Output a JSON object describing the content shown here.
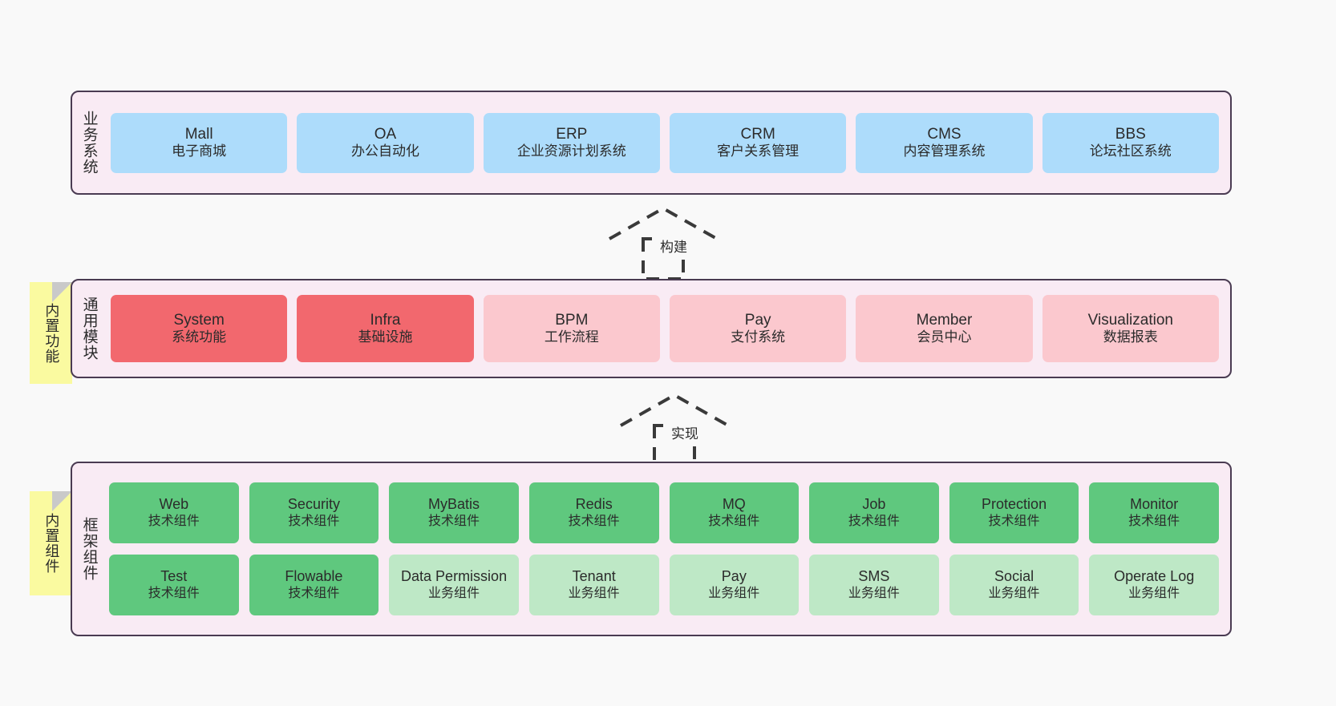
{
  "diagram": {
    "title_visible": false,
    "colors": {
      "band_fill": "#F9EBF4",
      "band_border": "#4A3B52",
      "blue": "#ADDCFB",
      "red": "#F2686E",
      "pink": "#FBC8CE",
      "green": "#5FC87E",
      "light_green": "#BEE8C6",
      "sticky_yellow": "#FAFAA0",
      "background": "#F9F9F9"
    }
  },
  "bands": {
    "systems": {
      "title": "业务系统",
      "items": [
        {
          "name": "Mall",
          "desc": "电子商城"
        },
        {
          "name": "OA",
          "desc": "办公自动化"
        },
        {
          "name": "ERP",
          "desc": "企业资源计划系统"
        },
        {
          "name": "CRM",
          "desc": "客户关系管理"
        },
        {
          "name": "CMS",
          "desc": "内容管理系统"
        },
        {
          "name": "BBS",
          "desc": "论坛社区系统"
        }
      ]
    },
    "modules": {
      "title": "通用模块",
      "items": [
        {
          "name": "System",
          "desc": "系统功能"
        },
        {
          "name": "Infra",
          "desc": "基础设施"
        },
        {
          "name": "BPM",
          "desc": "工作流程"
        },
        {
          "name": "Pay",
          "desc": "支付系统"
        },
        {
          "name": "Member",
          "desc": "会员中心"
        },
        {
          "name": "Visualization",
          "desc": "数据报表"
        }
      ]
    },
    "framework": {
      "title": "框架组件",
      "row1": [
        {
          "name": "Web",
          "desc": "技术组件"
        },
        {
          "name": "Security",
          "desc": "技术组件"
        },
        {
          "name": "MyBatis",
          "desc": "技术组件"
        },
        {
          "name": "Redis",
          "desc": "技术组件"
        },
        {
          "name": "MQ",
          "desc": "技术组件"
        },
        {
          "name": "Job",
          "desc": "技术组件"
        },
        {
          "name": "Protection",
          "desc": "技术组件"
        },
        {
          "name": "Monitor",
          "desc": "技术组件"
        }
      ],
      "row2": [
        {
          "name": "Test",
          "desc": "技术组件"
        },
        {
          "name": "Flowable",
          "desc": "技术组件"
        },
        {
          "name": "Data Permission",
          "desc": "业务组件"
        },
        {
          "name": "Tenant",
          "desc": "业务组件"
        },
        {
          "name": "Pay",
          "desc": "业务组件"
        },
        {
          "name": "SMS",
          "desc": "业务组件"
        },
        {
          "name": "Social",
          "desc": "业务组件"
        },
        {
          "name": "Operate Log",
          "desc": "业务组件"
        }
      ]
    }
  },
  "sticky_notes": [
    {
      "label": "内置功能"
    },
    {
      "label": "内置组件"
    }
  ],
  "connectors": [
    {
      "label": "构建",
      "style": "dashed-generalization"
    },
    {
      "label": "实现",
      "style": "dashed-generalization"
    }
  ]
}
